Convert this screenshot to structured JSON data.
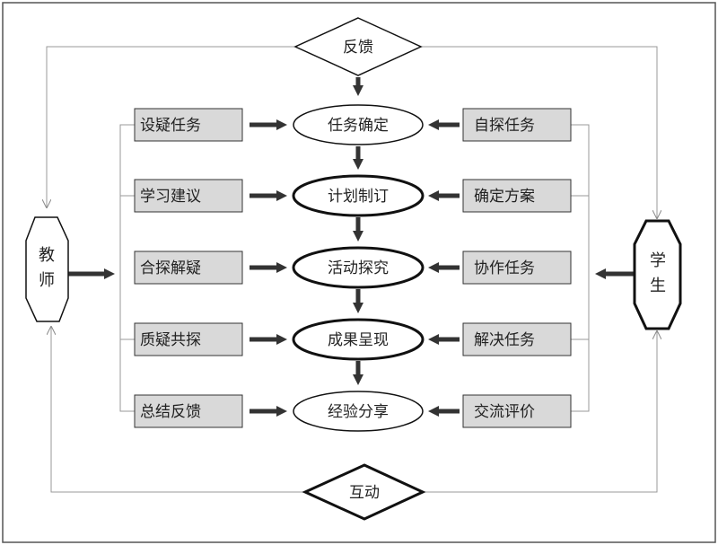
{
  "teacher": {
    "label_1": "教",
    "label_2": "师"
  },
  "student": {
    "label_1": "学",
    "label_2": "生"
  },
  "feedback": "反馈",
  "interaction": "互动",
  "left_boxes": [
    "设疑任务",
    "学习建议",
    "合探解疑",
    "质疑共探",
    "总结反馈"
  ],
  "stages": [
    "任务确定",
    "计划制订",
    "活动探究",
    "成果呈现",
    "经验分享"
  ],
  "right_boxes": [
    "自探任务",
    "确定方案",
    "协作任务",
    "解决任务",
    "交流评价"
  ]
}
